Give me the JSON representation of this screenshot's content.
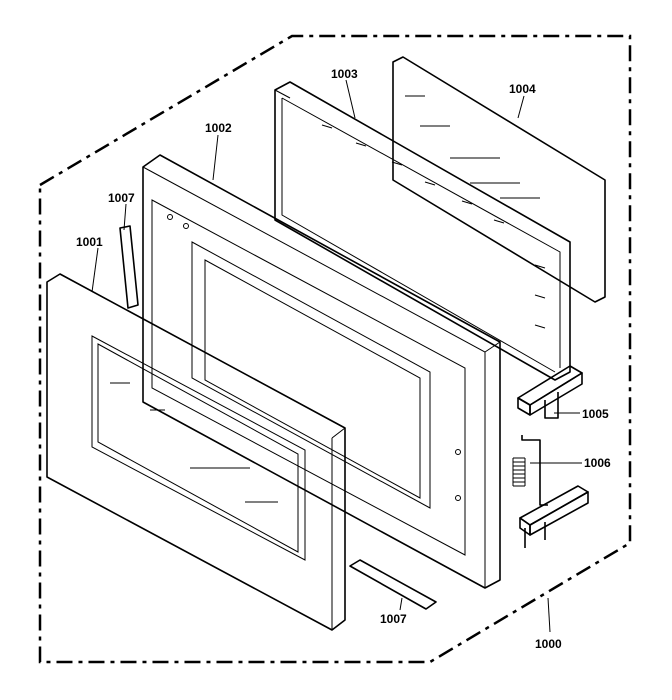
{
  "labels": {
    "p1000": "1000",
    "p1001": "1001",
    "p1002": "1002",
    "p1003": "1003",
    "p1004": "1004",
    "p1005": "1005",
    "p1006": "1006",
    "p1007_top": "1007",
    "p1007_bottom": "1007"
  }
}
